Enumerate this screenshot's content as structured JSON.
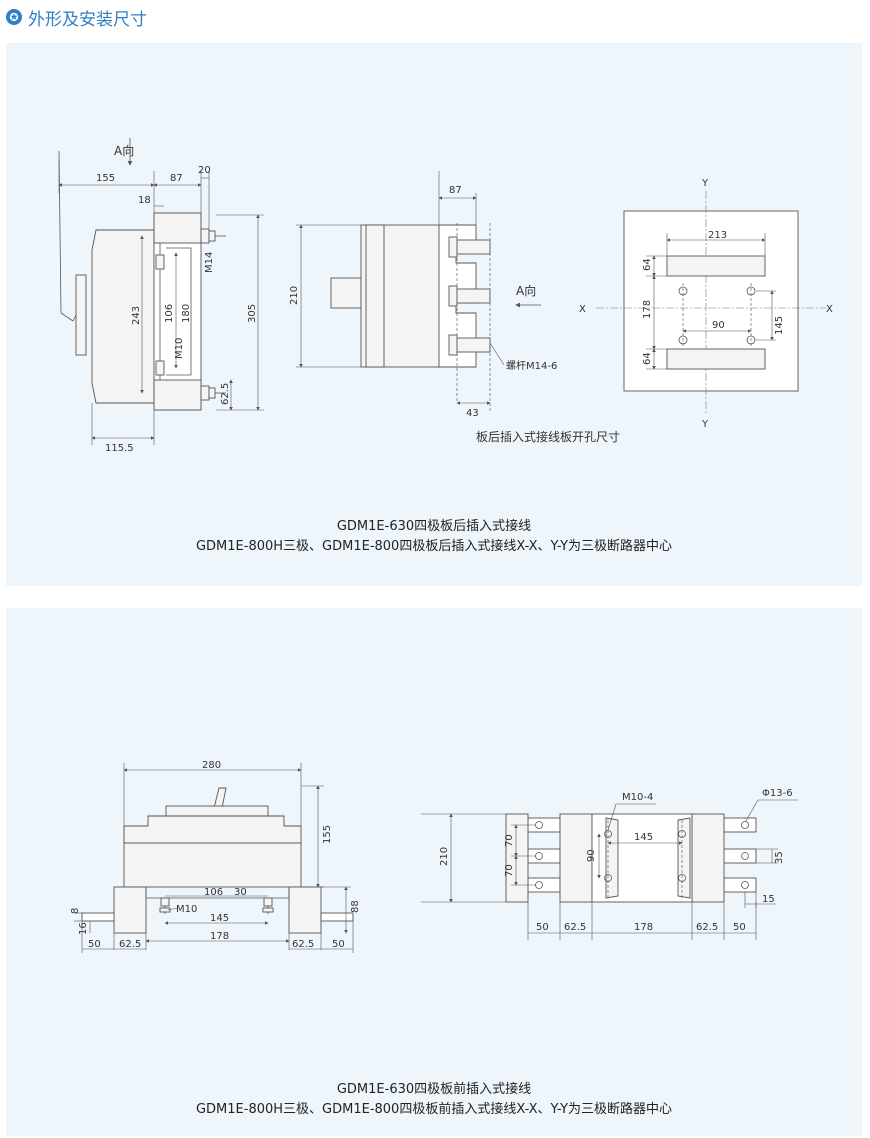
{
  "header": {
    "title": "外形及安装尺寸"
  },
  "panel1": {
    "caption_line1": "GDM1E-630四极板后插入式接线",
    "caption_line2": "GDM1E-800H三极、GDM1E-800四极板后插入式接线X-X、Y-Y为三极断路器中心",
    "side_view": {
      "direction_label": "A向",
      "dims": {
        "d155": "155",
        "d87": "87",
        "d20": "20",
        "d18": "18",
        "d243": "243",
        "d106": "106",
        "d180": "180",
        "d305": "305",
        "d62_5": "62.5",
        "d115_5": "115.5"
      },
      "labels": {
        "m14": "M14",
        "m10": "M10"
      }
    },
    "rear_view": {
      "direction_label": "A向",
      "dims": {
        "d87": "87",
        "d210": "210",
        "d43": "43"
      },
      "stud_label": "螺杆M14-6"
    },
    "cutout": {
      "title": "板后插入式接线板开孔尺寸",
      "axis_x": "X",
      "axis_y": "Y",
      "dims": {
        "d213": "213",
        "d64a": "64",
        "d178": "178",
        "d90": "90",
        "d145": "145",
        "d64b": "64"
      }
    }
  },
  "panel2": {
    "caption_line1": "GDM1E-630四极板前插入式接线",
    "caption_line2": "GDM1E-800H三极、GDM1E-800四极板前插入式接线X-X、Y-Y为三极断路器中心",
    "front_view": {
      "dims": {
        "d280": "280",
        "d155": "155",
        "d106": "106",
        "d30": "30",
        "d145": "145",
        "d178": "178",
        "d8": "8",
        "d16": "16",
        "d88": "88",
        "d50a": "50",
        "d62_5a": "62.5",
        "d62_5b": "62.5",
        "d50b": "50"
      },
      "label_m10": "M10"
    },
    "plan_view": {
      "dims": {
        "d210": "210",
        "d70a": "70",
        "d70b": "70",
        "d90": "90",
        "d145": "145",
        "d35": "35",
        "d15": "15",
        "d50a": "50",
        "d62_5a": "62.5",
        "d178": "178",
        "d62_5b": "62.5",
        "d50b": "50"
      },
      "label_m10_4": "M10-4",
      "label_phi": "Φ13-6"
    }
  }
}
